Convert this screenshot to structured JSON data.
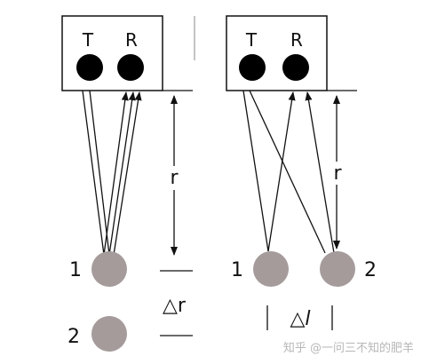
{
  "left_panel": {
    "transmitter_label": "T",
    "receiver_label": "R",
    "target_1_label": "1",
    "target_2_label": "2",
    "range_label": "r",
    "resolution_label": "△r"
  },
  "right_panel": {
    "transmitter_label": "T",
    "receiver_label": "R",
    "target_1_label": "1",
    "target_2_label": "2",
    "range_label": "r",
    "resolution_label": "△l"
  },
  "colors": {
    "target": "#a59b9b",
    "line": "#111111"
  },
  "watermark": "知乎 @一问三不知的肥羊"
}
